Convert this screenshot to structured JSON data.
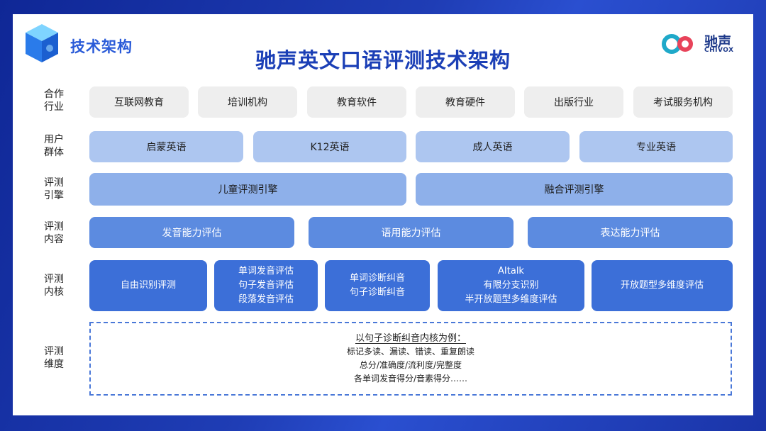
{
  "header": {
    "section_tag": "技术架构",
    "title": "驰声英文口语评测技术架构",
    "logo_text": "驰声",
    "logo_sub": "CHIVOX"
  },
  "rows": {
    "industry": {
      "label_1": "合作",
      "label_2": "行业",
      "items": [
        "互联网教育",
        "培训机构",
        "教育软件",
        "教育硬件",
        "出版行业",
        "考试服务机构"
      ]
    },
    "users": {
      "label_1": "用户",
      "label_2": "群体",
      "items": [
        "启蒙英语",
        "K12英语",
        "成人英语",
        "专业英语"
      ]
    },
    "engine": {
      "label_1": "评测",
      "label_2": "引擎",
      "items": [
        "儿童评测引擎",
        "融合评测引擎"
      ]
    },
    "content": {
      "label_1": "评测",
      "label_2": "内容",
      "items": [
        "发音能力评估",
        "语用能力评估",
        "表达能力评估"
      ]
    },
    "core": {
      "label_1": "评测",
      "label_2": "内核",
      "items": [
        {
          "lines": [
            "自由识别评测"
          ]
        },
        {
          "lines": [
            "单词发音评估",
            "句子发音评估",
            "段落发音评估"
          ]
        },
        {
          "lines": [
            "单词诊断纠音",
            "句子诊断纠音"
          ]
        },
        {
          "lines": [
            "AItalk",
            "有限分支识别",
            "半开放题型多维度评估"
          ]
        },
        {
          "lines": [
            "开放题型多维度评估"
          ]
        }
      ]
    },
    "dimension": {
      "label_1": "评测",
      "label_2": "维度",
      "heading": "以句子诊断纠音内核为例：",
      "lines": [
        "标记多读、漏读、错读、重复朗读",
        "总分/准确度/流利度/完整度",
        "各单词发音得分/音素得分……"
      ]
    }
  },
  "colors": {
    "background": "#1b33a8",
    "title": "#1b3fb6",
    "gray_box": "#eeeeee",
    "light_blue": "#adc6f0",
    "mid_light_blue": "#8eb0ea",
    "mid_blue": "#5c8be0",
    "deep_blue": "#3c6fd8",
    "dash": "#4a78d8",
    "logo_teal": "#1fa9c9",
    "logo_red": "#e8435a"
  }
}
